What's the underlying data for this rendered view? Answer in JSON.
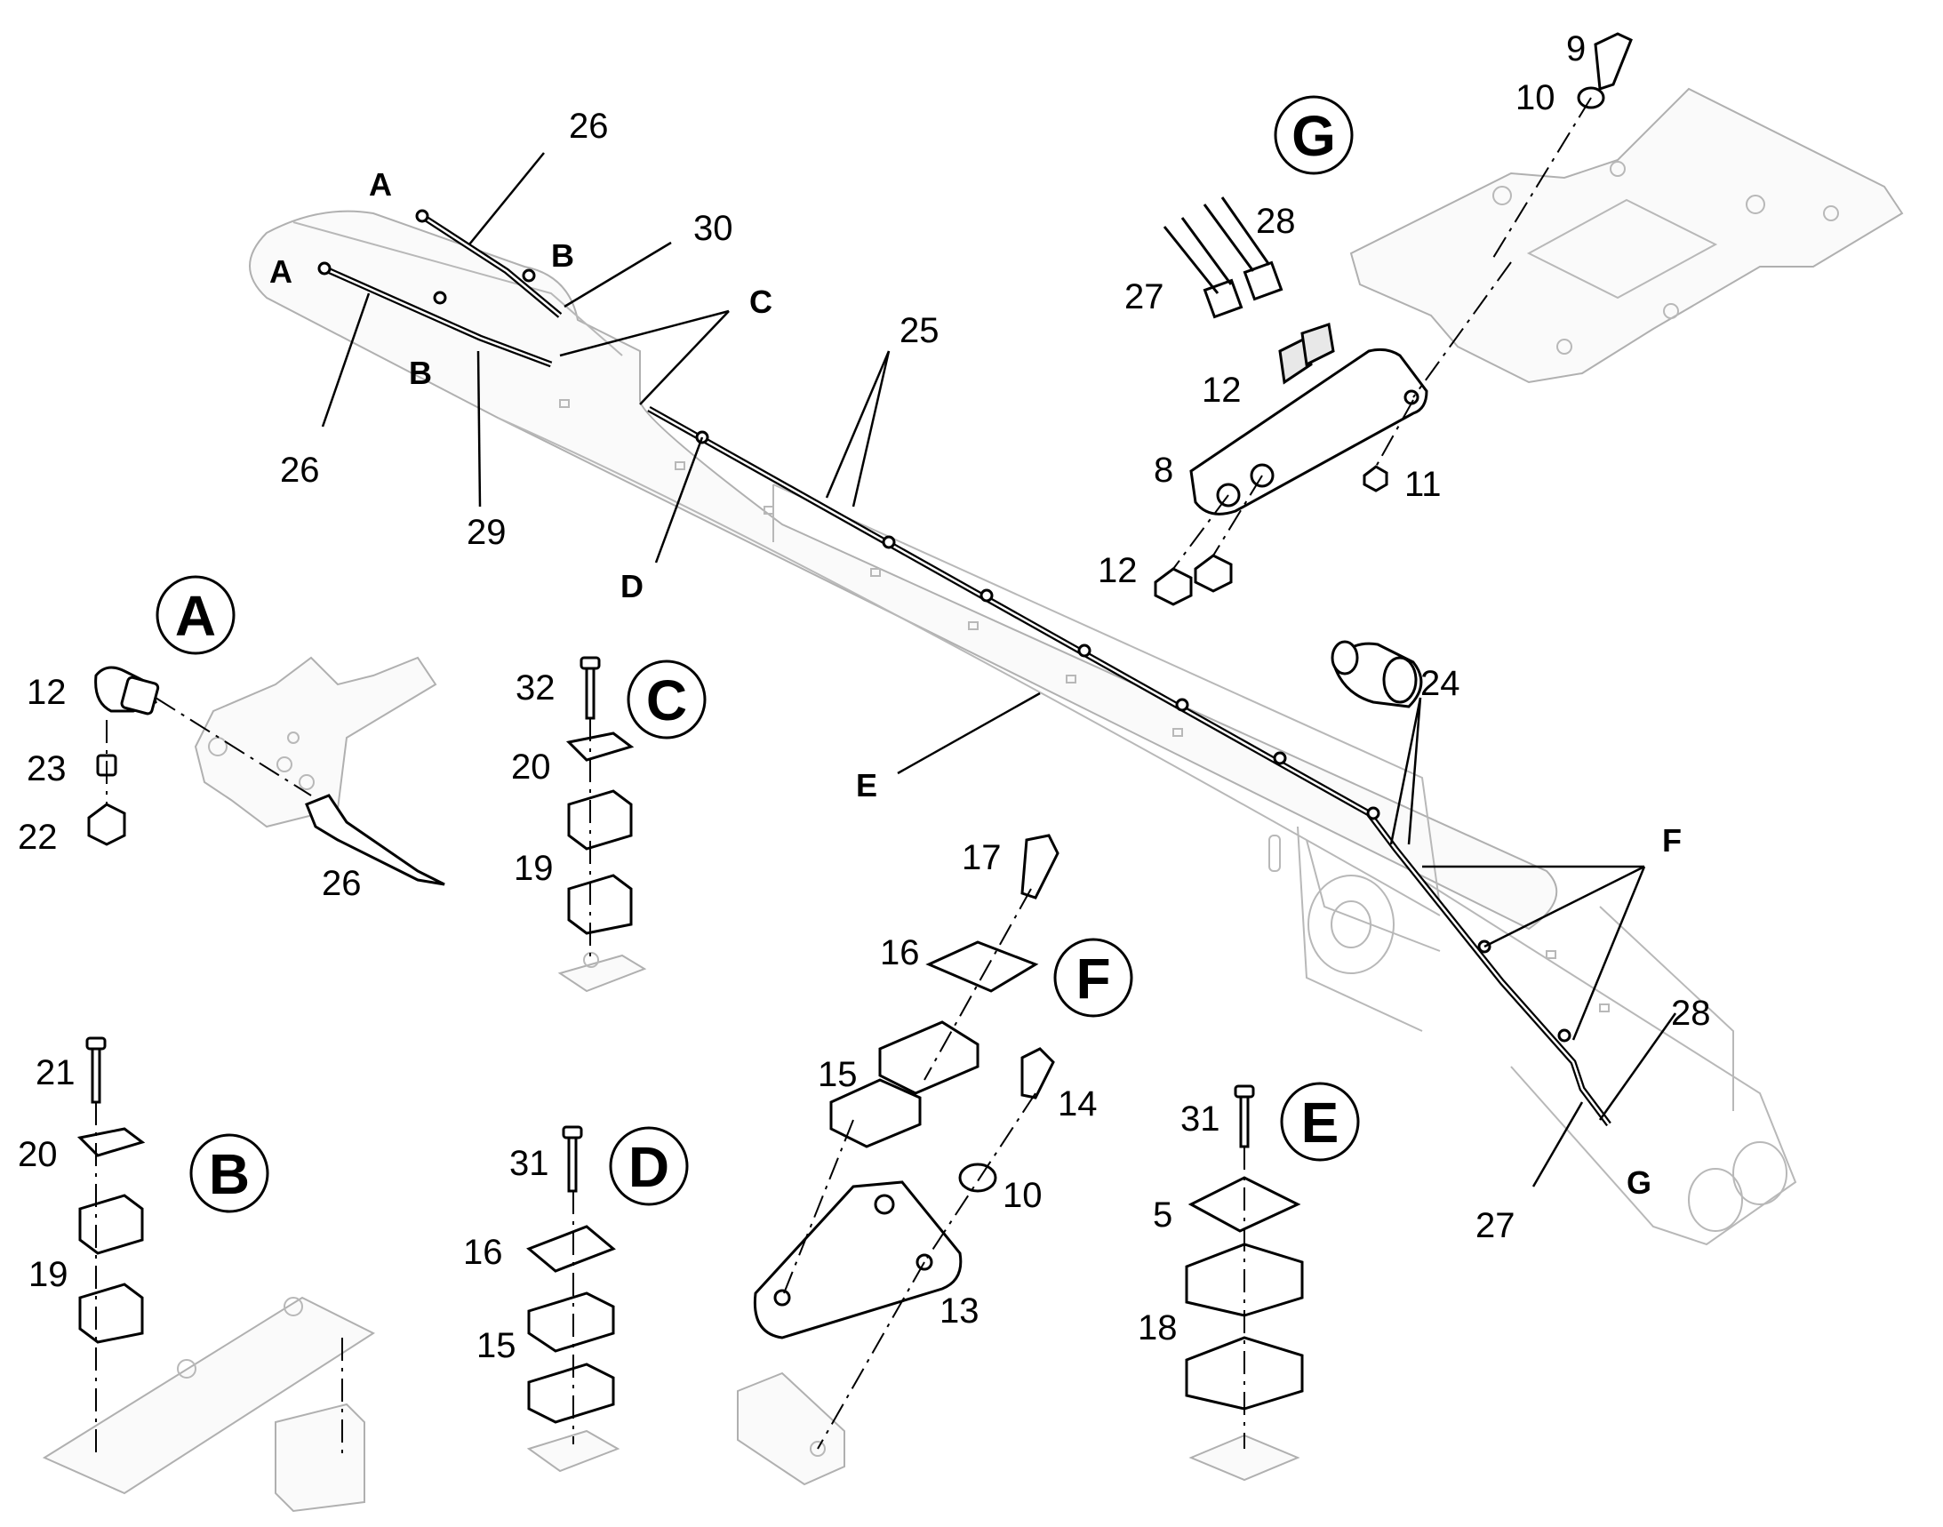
{
  "callouts": {
    "c26_top": "26",
    "c30": "30",
    "cA_1": "A",
    "cA_2": "A",
    "cB_1": "B",
    "cB_2": "B",
    "cC_main": "C",
    "c26_left": "26",
    "c29": "29",
    "c25": "25",
    "cD_main": "D",
    "cE_main": "E",
    "c24": "24",
    "cF_main": "F",
    "c28_main": "28",
    "c27_main": "27",
    "cG_main": "G",
    "g_9": "9",
    "g_10": "10",
    "g_28": "28",
    "g_27": "27",
    "g_12a": "12",
    "g_8": "8",
    "g_11": "11",
    "g_12b": "12",
    "a_12": "12",
    "a_23": "23",
    "a_22": "22",
    "a_26": "26",
    "c_32": "32",
    "c_20": "20",
    "c_19": "19",
    "f_17": "17",
    "f_16": "16",
    "f_15": "15",
    "f_14": "14",
    "f_10": "10",
    "f_13": "13",
    "b_21": "21",
    "b_20": "20",
    "b_19": "19",
    "d_31": "31",
    "d_16": "16",
    "d_15": "15",
    "e_31": "31",
    "e_5": "5",
    "e_18": "18"
  },
  "detail_labels": {
    "A": "A",
    "B": "B",
    "C": "C",
    "D": "D",
    "E": "E",
    "F": "F",
    "G": "G"
  }
}
